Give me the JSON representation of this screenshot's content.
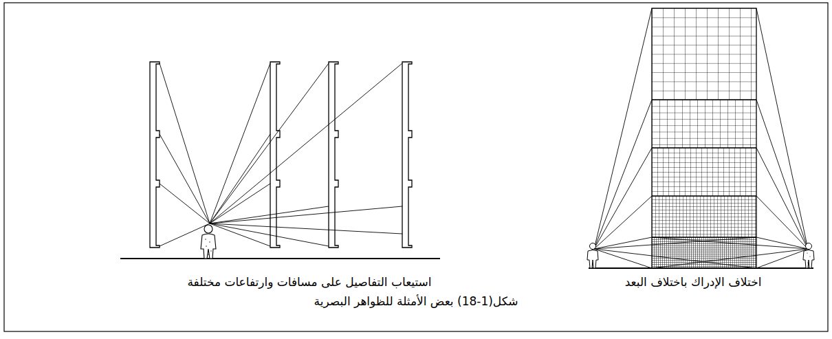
{
  "diagram": {
    "caption": "شكل(1-18) بعض الأمثلة للظواهر البصرية",
    "labels": [
      "استيعاب التفاصيل على مسافات وارتفاعات مختلفة",
      "اختلاف الإدراك باختلاف البعد"
    ]
  }
}
